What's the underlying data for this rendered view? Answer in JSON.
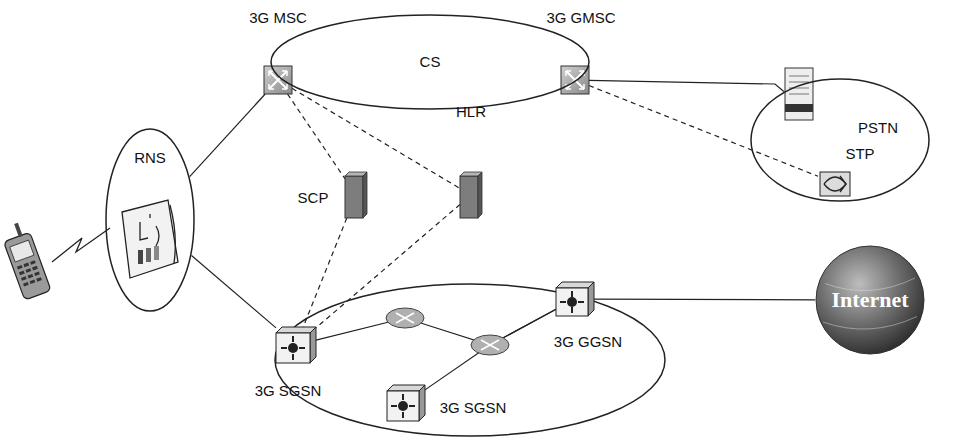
{
  "diagram": {
    "nodes": [
      {
        "text": [
          "CS"
        ]
      },
      {
        "text": [
          "3G MSC"
        ]
      },
      {
        "text": [
          "3G GMSC"
        ]
      },
      {
        "text": [
          "RNS"
        ]
      },
      {
        "text": [
          "SCP"
        ]
      },
      {
        "text": [
          "HLR"
        ]
      },
      {
        "text": [
          "PSTN"
        ]
      },
      {
        "text": [
          "STP"
        ],
        "in": 6
      },
      {
        "text": [
          "3G SGSN"
        ]
      },
      {
        "text": [
          "3G GGSN"
        ]
      },
      {
        "text": [
          "3G SGSN"
        ]
      },
      {
        "text": [
          "Internet"
        ]
      }
    ],
    "edges": [
      {
        "from": 3,
        "to": 1,
        "arrow": "none"
      },
      {
        "from": 3,
        "to": 8,
        "arrow": "none"
      },
      {
        "from": 1,
        "to": 4,
        "arrow": "none"
      },
      {
        "from": 1,
        "to": 5,
        "arrow": "none"
      },
      {
        "from": 2,
        "to": 6,
        "arrow": "none"
      },
      {
        "from": 2,
        "to": 7,
        "arrow": "none"
      },
      {
        "from": 4,
        "to": 8,
        "arrow": "none"
      },
      {
        "from": 5,
        "to": 8,
        "arrow": "none"
      },
      {
        "from": 8,
        "to": 9,
        "arrow": "none"
      },
      {
        "from": 10,
        "to": 9,
        "arrow": "none"
      },
      {
        "from": 9,
        "to": 11,
        "arrow": "none"
      }
    ]
  }
}
